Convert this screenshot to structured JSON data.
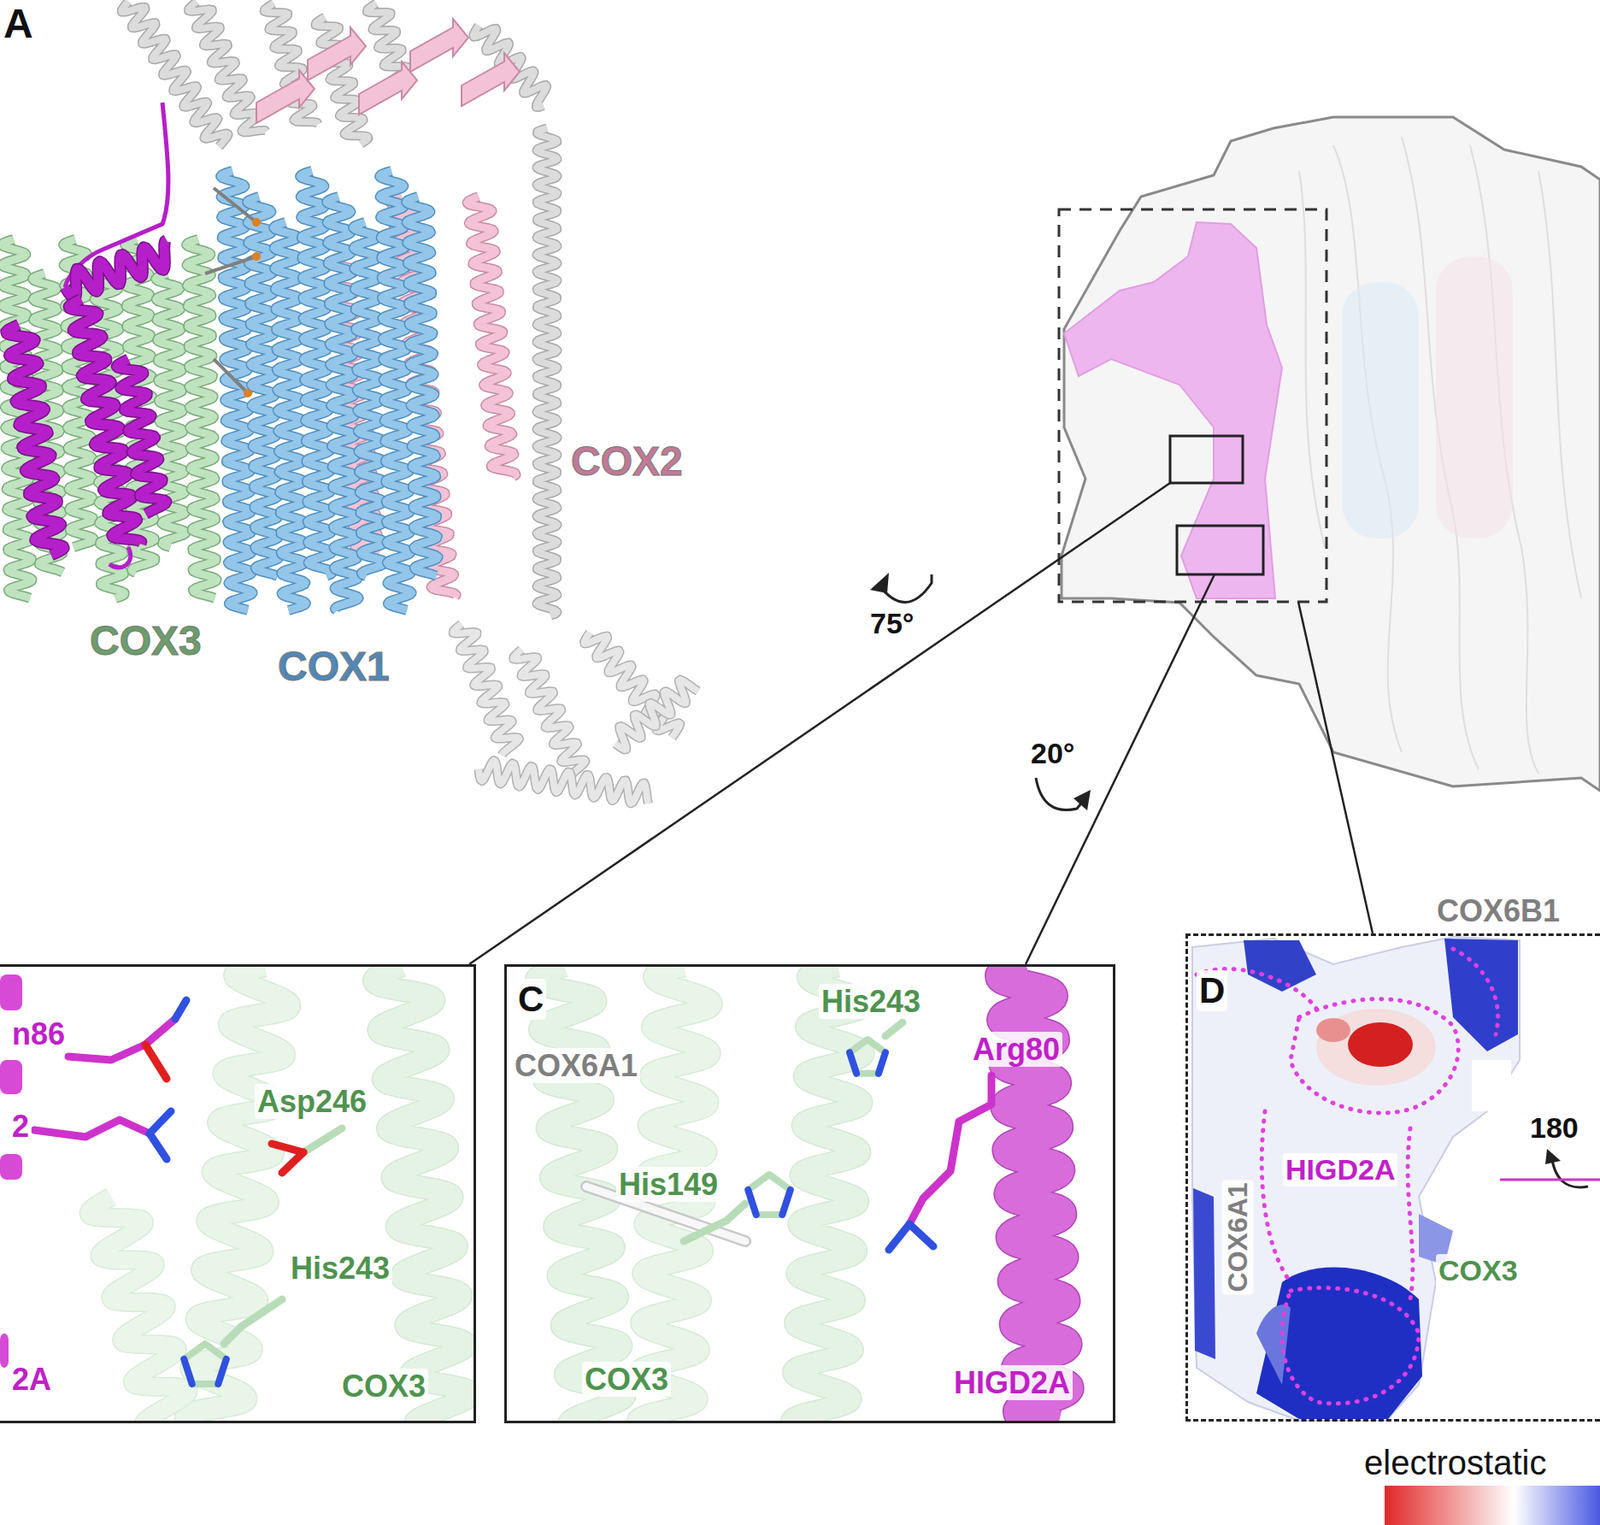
{
  "diagram": {
    "nodes": [
      {
        "text": [
          "n86",
          "2",
          "Asp246",
          "His243",
          "2A",
          "COX3"
        ]
      },
      {
        "text": [
          "C",
          "COX6A1",
          "His243",
          "Arg80",
          "His149",
          "COX3",
          "HIGD2A"
        ]
      },
      {
        "text": [
          "D",
          "COX6B1",
          "COX6A1",
          "HIGD2A",
          "COX3"
        ]
      }
    ],
    "labels": [
      "A",
      "COX2",
      "COX3",
      "COX1",
      "75°",
      "20°",
      "180",
      "electrostatic"
    ]
  }
}
